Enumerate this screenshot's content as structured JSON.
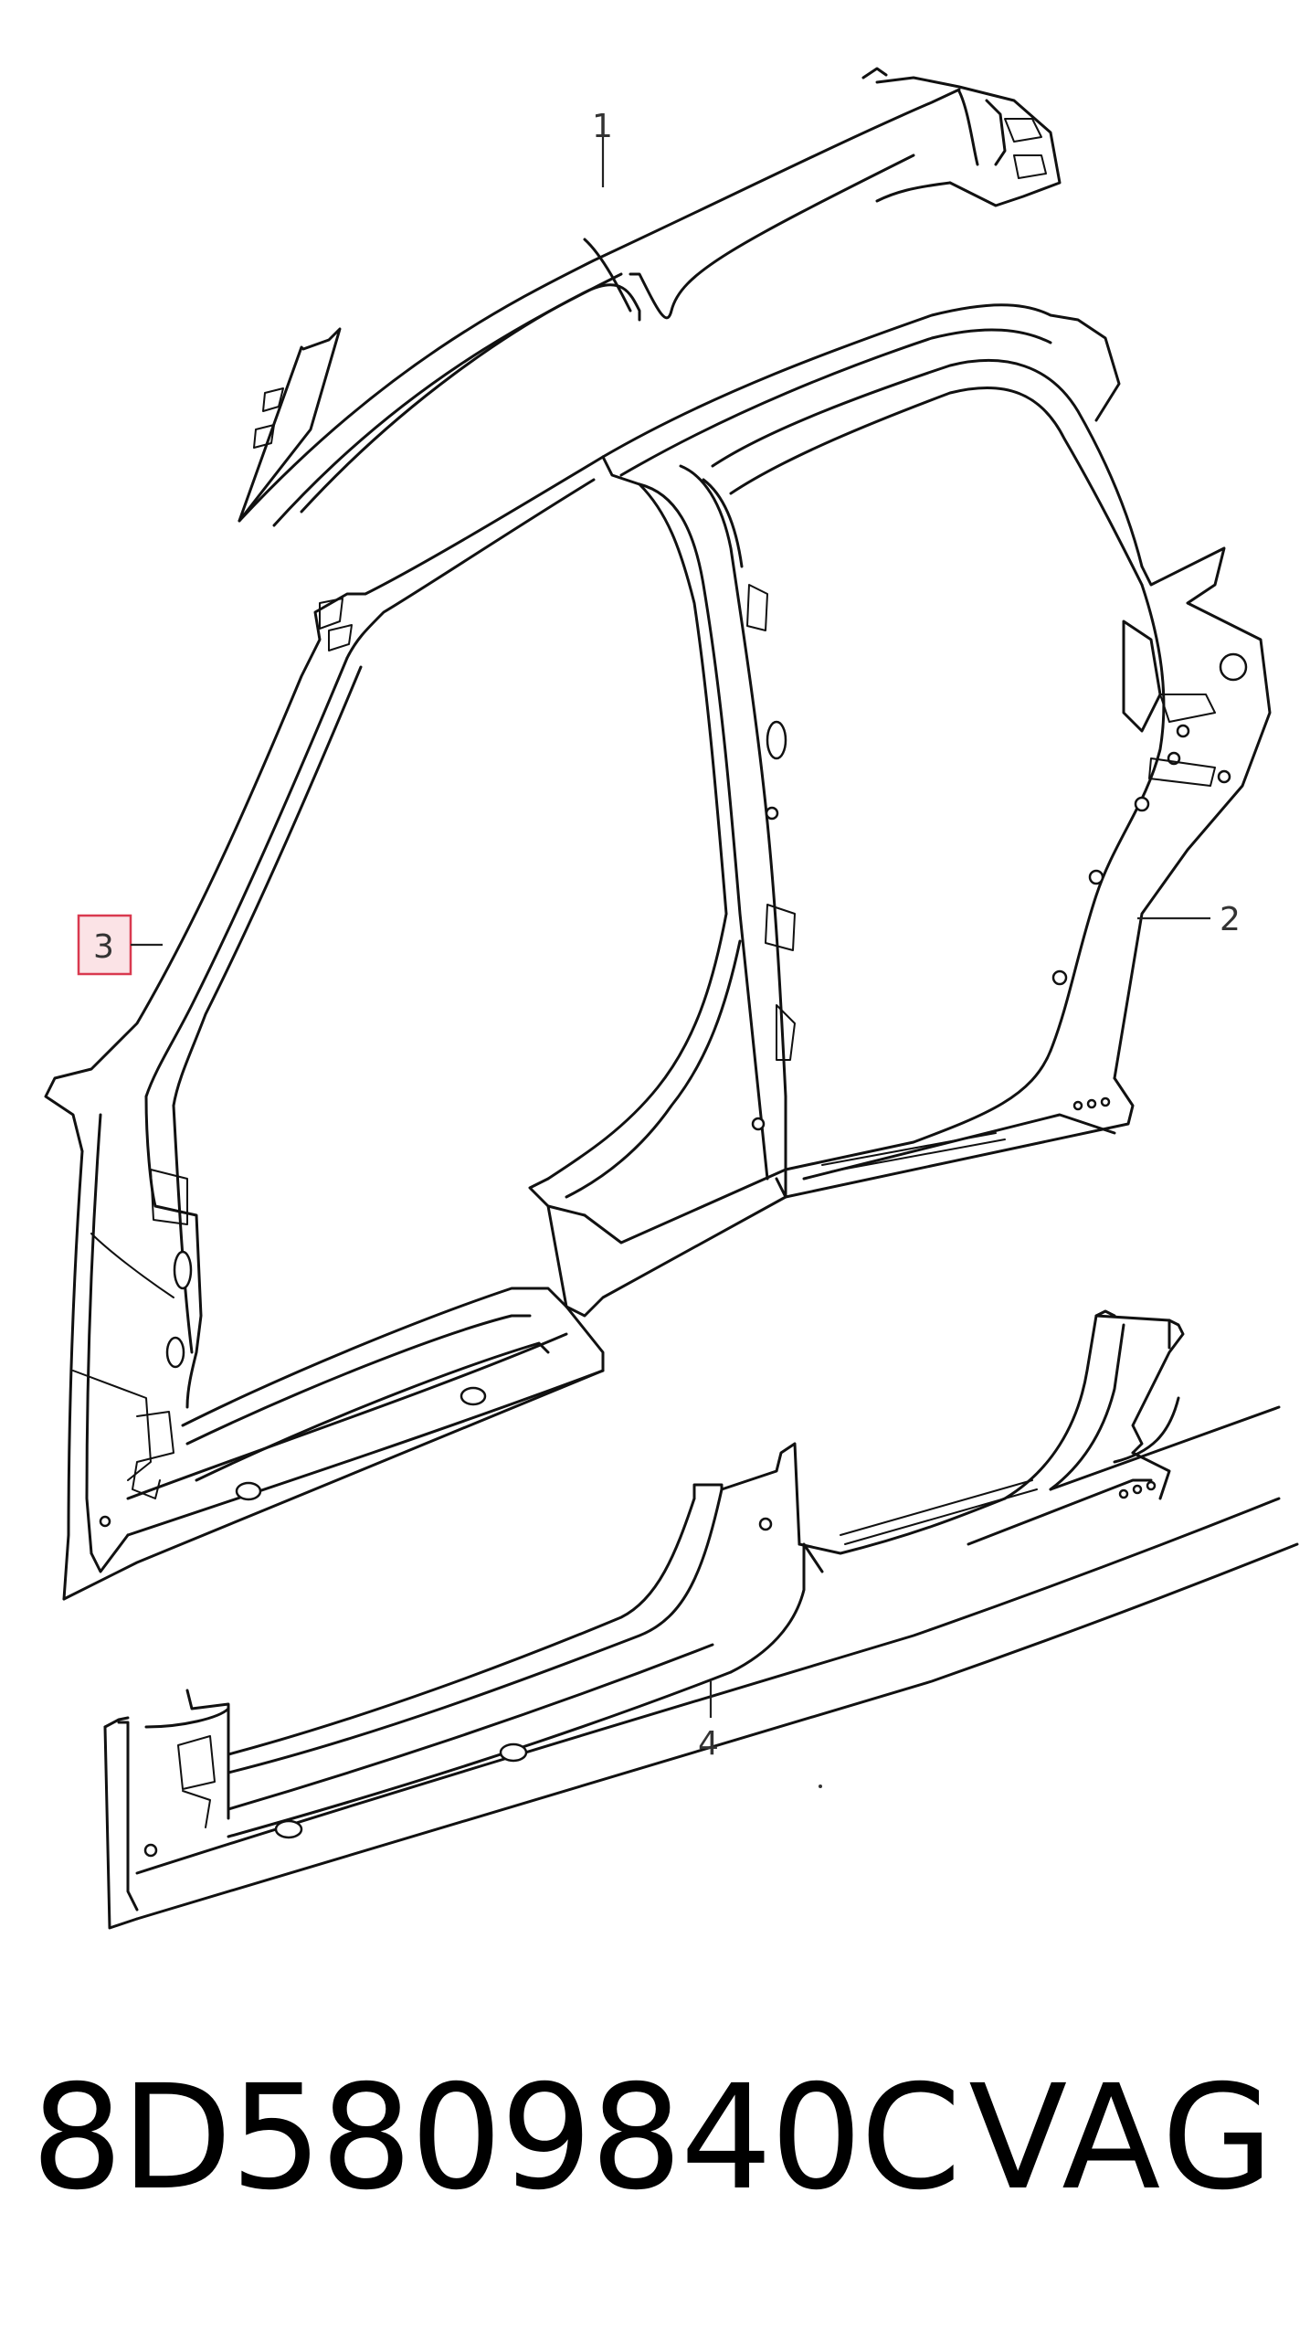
{
  "callouts": {
    "roof_rail": "1",
    "side_panel": "2",
    "a_pillar": "3",
    "sill": "4"
  },
  "highlighted_callout": "3",
  "footer": {
    "part_number": "8D5809840C",
    "brand": "VAG"
  },
  "colors": {
    "line": "#111111",
    "highlight_fill": "#fbe3e6",
    "highlight_stroke": "#d9394f"
  }
}
